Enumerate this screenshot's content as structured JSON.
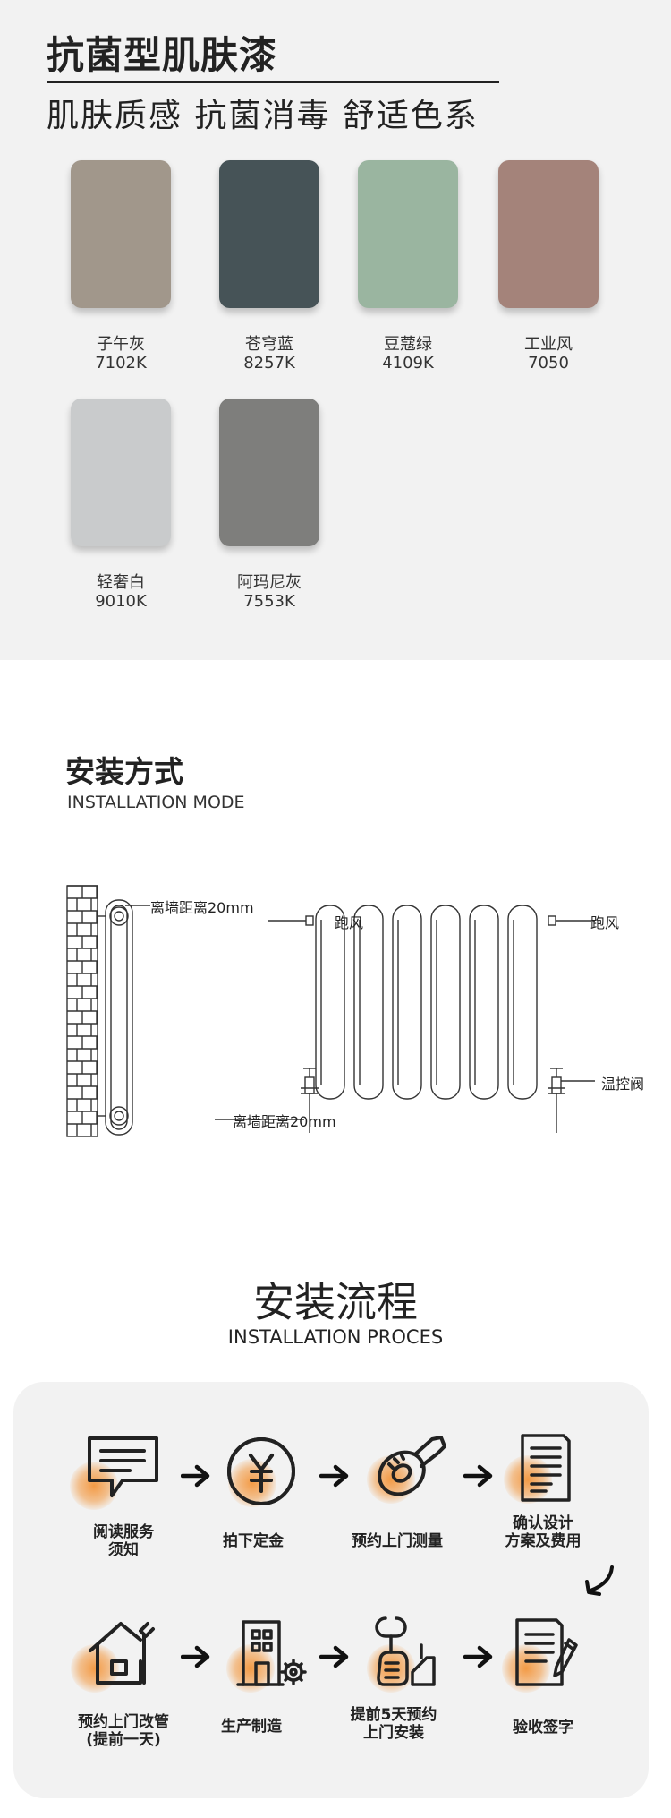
{
  "colors_section": {
    "title": "抗菌型肌肤漆",
    "subtitle": "肌肤质感  抗菌消毒  舒适色系",
    "swatches": [
      {
        "name": "子午灰",
        "code": "7102K",
        "color": "#a1978b"
      },
      {
        "name": "苍穹蓝",
        "code": "8257K",
        "color": "#465357"
      },
      {
        "name": "豆蔻绿",
        "code": "4109K",
        "color": "#9ab5a0"
      },
      {
        "name": "工业风",
        "code": "7050",
        "color": "#a4837a"
      },
      {
        "name": "轻奢白",
        "code": "9010K",
        "color": "#c9cbcc"
      },
      {
        "name": "阿玛尼灰",
        "code": "7553K",
        "color": "#7e7e7c"
      }
    ]
  },
  "install_mode": {
    "title": "安装方式",
    "subtitle": "INSTALLATION MODE",
    "side_label": "离墙距离20mm",
    "front_labels": {
      "vent_left": "跑风",
      "vent_right": "跑风",
      "valve": "温控阀",
      "distance": "离墙距离20mm"
    }
  },
  "install_process": {
    "title": "安装流程",
    "subtitle": "INSTALLATION PROCES",
    "accent": "#f39a45",
    "steps": [
      {
        "label": "阅读服务\n须知",
        "icon": "document-chat-icon"
      },
      {
        "label": "拍下定金",
        "icon": "yuan-coin-icon"
      },
      {
        "label": "预约上门测量",
        "icon": "tape-measure-icon"
      },
      {
        "label": "确认设计\n方案及费用",
        "icon": "design-document-icon"
      },
      {
        "label": "预约上门改管\n(提前一天)",
        "icon": "home-repair-icon"
      },
      {
        "label": "生产制造",
        "icon": "factory-icon"
      },
      {
        "label": "提前5天预约\n上门安装",
        "icon": "worker-tools-icon"
      },
      {
        "label": "验收签字",
        "icon": "sign-document-icon"
      }
    ]
  }
}
